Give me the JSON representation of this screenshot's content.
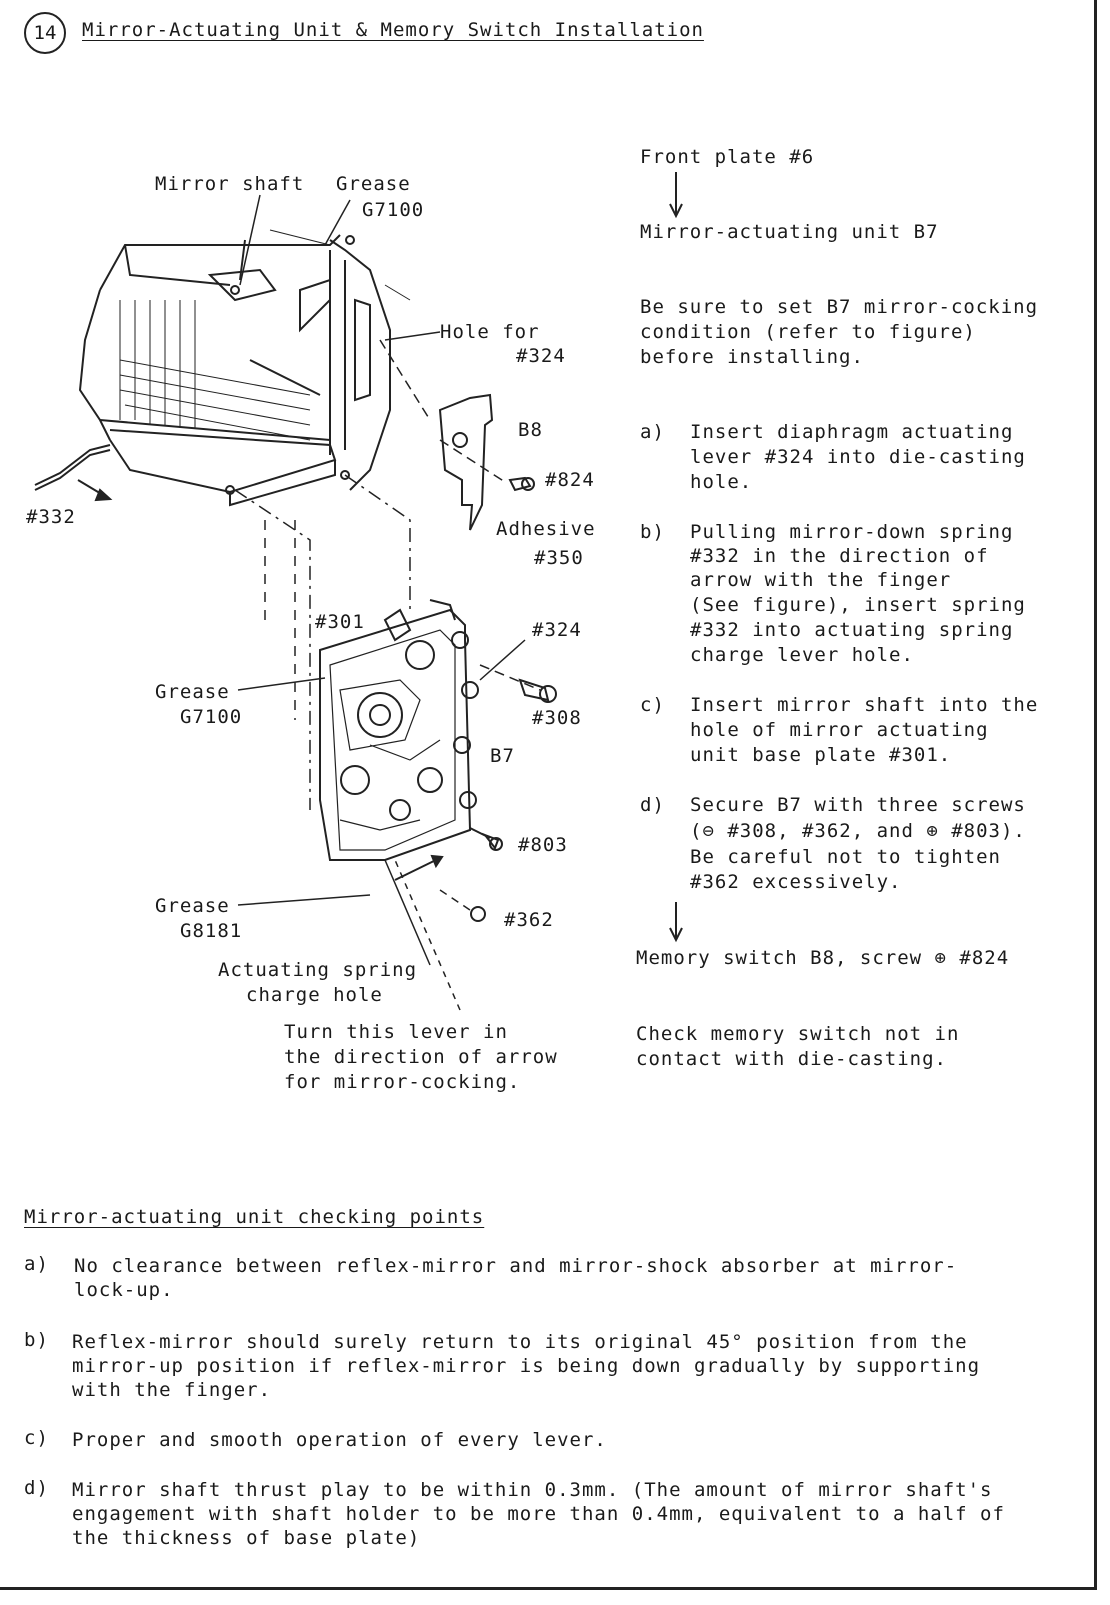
{
  "header": {
    "step_number": "14",
    "title": "Mirror-Actuating Unit & Memory Switch Installation"
  },
  "figure_labels": {
    "mirror_shaft": "Mirror shaft",
    "grease_top": "Grease",
    "grease_top_code": "G7100",
    "hole_for": "Hole for",
    "hole_for_num": "#324",
    "b8": "B8",
    "screw_824": "#824",
    "part_332": "#332",
    "adhesive": "Adhesive",
    "adhesive_num": "#350",
    "part_301": "#301",
    "part_324": "#324",
    "grease_mid": "Grease",
    "grease_mid_code": "G7100",
    "part_308": "#308",
    "b7": "B7",
    "screw_803": "#803",
    "grease_low": "Grease",
    "grease_low_code": "G8181",
    "screw_362": "#362",
    "actuating_spring": "Actuating spring",
    "charge_hole": "charge hole",
    "turn_lever_1": "Turn this lever in",
    "turn_lever_2": "the direction of arrow",
    "turn_lever_3": "for mirror-cocking."
  },
  "procedure": {
    "front_plate": "Front plate #6",
    "mirror_unit": "Mirror-actuating unit B7",
    "be_sure_1": "Be sure to set B7 mirror-cocking",
    "be_sure_2": "condition (refer to figure)",
    "be_sure_3": "before installing.",
    "steps": [
      {
        "letter": "a)",
        "lines": [
          "Insert diaphragm actuating",
          "lever #324 into die-casting",
          "hole."
        ]
      },
      {
        "letter": "b)",
        "lines": [
          "Pulling mirror-down spring",
          "#332 in the direction of",
          "arrow with the finger",
          "(See figure), insert spring",
          "#332 into actuating spring",
          "charge lever hole."
        ]
      },
      {
        "letter": "c)",
        "lines": [
          "Insert mirror shaft into the",
          "hole of mirror actuating",
          "unit base plate #301."
        ]
      },
      {
        "letter": "d)",
        "lines": [
          "Secure B7 with three screws",
          "(⊖ #308, #362, and ⊕ #803).",
          "Be careful not to tighten",
          "#362 excessively."
        ]
      }
    ],
    "memory_switch": "Memory switch B8, screw ⊕ #824",
    "check_1": "Check memory switch not in",
    "check_2": "contact with die-casting."
  },
  "checking": {
    "title": "Mirror-actuating unit checking points",
    "items": [
      {
        "letter": "a)",
        "text": "No clearance between reflex-mirror and mirror-shock absorber at mirror-lock-up."
      },
      {
        "letter": "b)",
        "text": "Reflex-mirror should surely return to its original 45° position from the mirror-up position if reflex-mirror is being down gradually by supporting with the finger."
      },
      {
        "letter": "c)",
        "text": "Proper and smooth operation of every lever."
      },
      {
        "letter": "d)",
        "text": "Mirror shaft thrust play to be within 0.3mm.  (The amount of mirror shaft's engagement with shaft holder to be more than 0.4mm, equivalent to a half of the thickness of base plate)"
      }
    ]
  }
}
